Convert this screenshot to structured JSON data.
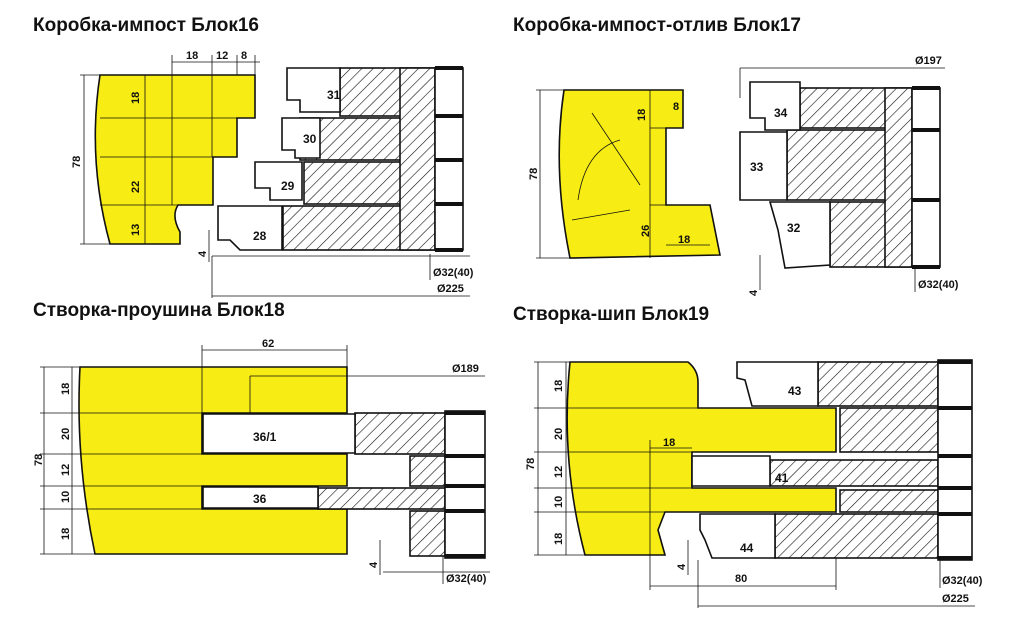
{
  "colors": {
    "profile": "#f7ec13",
    "outline": "#111111",
    "hatch": "#111111",
    "background": "#ffffff"
  },
  "panels": [
    {
      "title": "Коробка-импост Блок16",
      "knives": [
        "31",
        "30",
        "29",
        "28"
      ],
      "dims": {
        "h1": "18",
        "h2": "12",
        "h3": "8",
        "v1": "18",
        "v2": "22",
        "v3": "13",
        "total": "78",
        "offset": "4",
        "bore": "Ø32(40)",
        "dia": "Ø225"
      }
    },
    {
      "title": "Коробка-импост-отлив Блок17",
      "knives": [
        "34",
        "33",
        "32"
      ],
      "dims": {
        "h_small": "8",
        "v1": "18",
        "v2": "26",
        "h_lower": "18",
        "total": "78",
        "offset": "4",
        "bore": "Ø32(40)",
        "dia": "Ø197"
      }
    },
    {
      "title": "Створка-проушина Блок18",
      "knives": [
        "36/1",
        "36"
      ],
      "dims": {
        "width": "62",
        "v1": "18",
        "v2": "20",
        "v3": "12",
        "v4": "10",
        "v5": "18",
        "total": "78",
        "offset": "4",
        "bore": "Ø32(40)",
        "dia": "Ø189"
      }
    },
    {
      "title": "Створка-шип Блок19",
      "knives": [
        "43",
        "41",
        "44"
      ],
      "dims": {
        "h_tenon": "18",
        "v1": "18",
        "v2": "20",
        "v3": "12",
        "v4": "10",
        "v5": "18",
        "total": "78",
        "offset": "4",
        "width": "80",
        "bore": "Ø32(40)",
        "dia": "Ø225"
      }
    }
  ]
}
